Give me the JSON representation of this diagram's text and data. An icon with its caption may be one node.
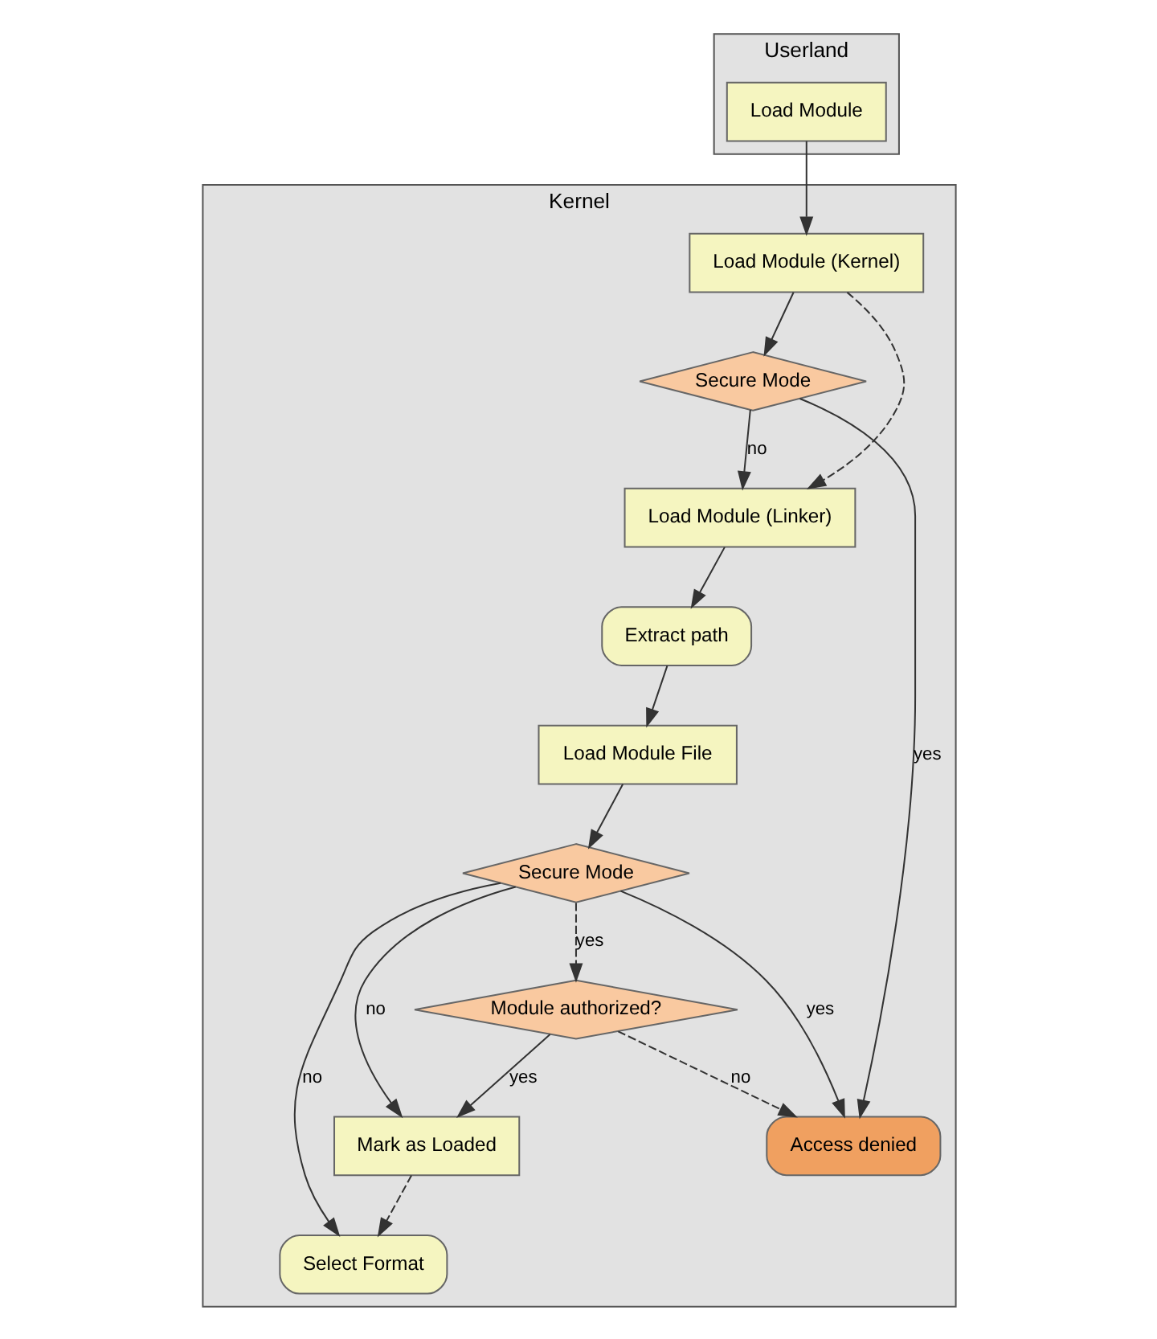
{
  "diagram": {
    "nodes": [
      {
        "text": [
          "Userland"
        ]
      },
      {
        "text": [
          "Load Module"
        ],
        "in": 0
      },
      {
        "text": [
          "Kernel"
        ]
      },
      {
        "text": [
          "Load Module (Kernel)"
        ],
        "in": 2
      },
      {
        "text": [
          "Load Module (Linker)"
        ],
        "in": 2
      },
      {
        "text": [
          "Extract path"
        ],
        "in": 2
      },
      {
        "text": [
          "Secure Mode"
        ],
        "in": 2
      },
      {
        "text": [
          "Load Module File"
        ],
        "in": 2
      },
      {
        "text": [
          "Access denied"
        ],
        "in": 2
      },
      {
        "text": [
          "Secure Mode"
        ],
        "in": 2
      },
      {
        "text": [
          "Module authorized?"
        ],
        "in": 2
      },
      {
        "text": [
          "Mark as Loaded"
        ],
        "in": 2
      },
      {
        "text": [
          "Select Format"
        ],
        "in": 2
      }
    ],
    "edges": [
      {
        "from": 1,
        "to": 3,
        "arrow": "to"
      },
      {
        "from": 3,
        "to": 4,
        "arrow": "to",
        "style": "dashed"
      },
      {
        "from": 4,
        "to": 5,
        "arrow": "to"
      },
      {
        "from": 3,
        "to": 6,
        "arrow": "to"
      },
      {
        "from": 6,
        "to": 4,
        "arrow": "to",
        "label": "no"
      },
      {
        "from": 6,
        "to": 8,
        "arrow": "to",
        "label": "yes"
      },
      {
        "from": 5,
        "to": 7,
        "arrow": "to"
      },
      {
        "from": 7,
        "to": 9,
        "arrow": "to"
      },
      {
        "from": 9,
        "to": 8,
        "arrow": "to",
        "label": "yes"
      },
      {
        "from": 9,
        "to": 12,
        "arrow": "to",
        "label": "no"
      },
      {
        "from": 9,
        "to": 10,
        "arrow": "to",
        "label": "yes",
        "style": "dashed"
      },
      {
        "from": 9,
        "to": 11,
        "arrow": "to",
        "label": "no"
      },
      {
        "from": 10,
        "to": 11,
        "arrow": "to",
        "label": "yes"
      },
      {
        "from": 10,
        "to": 8,
        "arrow": "to",
        "label": "no",
        "style": "dashed"
      },
      {
        "from": 11,
        "to": 12,
        "arrow": "to",
        "style": "dashed"
      }
    ]
  }
}
